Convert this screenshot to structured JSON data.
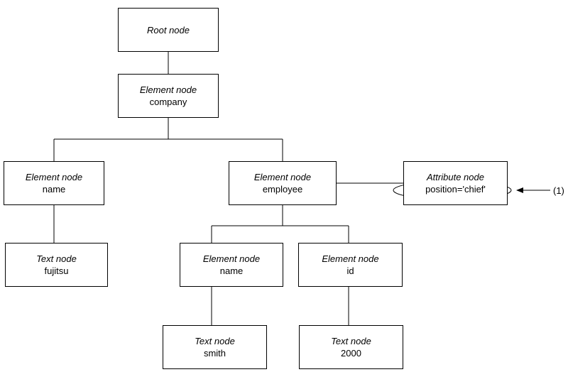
{
  "nodes": {
    "root": {
      "kind": "Root node",
      "value": ""
    },
    "company": {
      "kind": "Element node",
      "value": "company"
    },
    "name_left": {
      "kind": "Element node",
      "value": "name"
    },
    "employee": {
      "kind": "Element node",
      "value": "employee"
    },
    "attribute": {
      "kind": "Attribute node",
      "value": "position='chief'"
    },
    "text_fujitsu": {
      "kind": "Text node",
      "value": "fujitsu"
    },
    "name_emp": {
      "kind": "Element node",
      "value": "name"
    },
    "id_emp": {
      "kind": "Element node",
      "value": "id"
    },
    "text_smith": {
      "kind": "Text node",
      "value": "smith"
    },
    "text_2000": {
      "kind": "Text node",
      "value": "2000"
    }
  },
  "callout": {
    "label": "(1)"
  }
}
